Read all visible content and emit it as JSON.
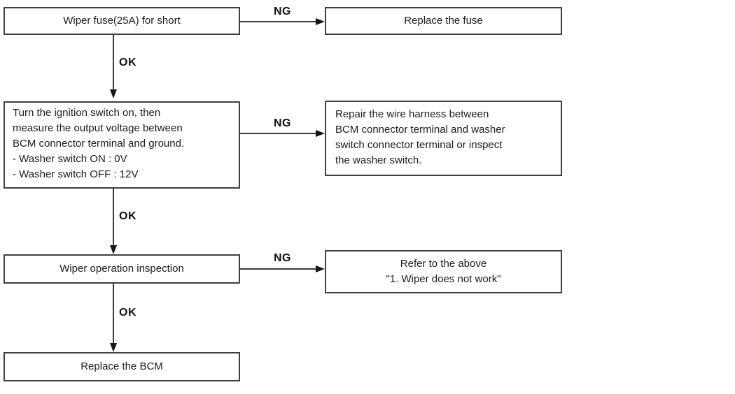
{
  "flowchart": {
    "connector_labels": {
      "ok": "OK",
      "ng": "NG"
    },
    "steps": {
      "check_fuse": {
        "label": "Wiper fuse(25A) for short"
      },
      "measure_voltage": {
        "label": "Turn the ignition switch on, then\nmeasure the output voltage between\nBCM connector terminal and ground.\n- Washer switch ON : 0V\n- Washer switch OFF : 12V"
      },
      "wiper_inspection": {
        "label": "Wiper operation inspection"
      },
      "replace_bcm": {
        "label": "Replace the BCM"
      }
    },
    "ng_actions": {
      "replace_fuse": {
        "label": "Replace the fuse"
      },
      "repair_harness": {
        "label": "Repair the wire harness between\nBCM connector terminal and washer\nswitch connector terminal or inspect\nthe washer switch."
      },
      "refer_above": {
        "label": "Refer to the above\n\"1. Wiper does not work\""
      }
    }
  }
}
